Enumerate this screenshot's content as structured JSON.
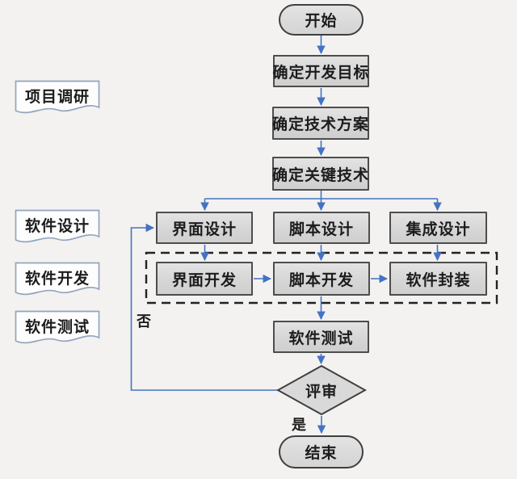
{
  "diagram": {
    "kind": "flowchart",
    "language": "zh-CN",
    "colors": {
      "background": "#f3f2f0",
      "arrow": "#4472c4",
      "process_fill": "#d9d9d9",
      "process_border": "#4d4d4d",
      "document_border": "#93a5bd",
      "dashed_group_border": "#222222",
      "text": "#1c1c1c"
    },
    "nodes": {
      "start": {
        "label": "开始",
        "shape": "stadium"
      },
      "goal": {
        "label": "确定开发目标",
        "shape": "process"
      },
      "plan": {
        "label": "确定技术方案",
        "shape": "process"
      },
      "tech": {
        "label": "确定关键技术",
        "shape": "process"
      },
      "ui_design": {
        "label": "界面设计",
        "shape": "process"
      },
      "script_design": {
        "label": "脚本设计",
        "shape": "process"
      },
      "integration_design": {
        "label": "集成设计",
        "shape": "process"
      },
      "ui_dev": {
        "label": "界面开发",
        "shape": "process"
      },
      "script_dev": {
        "label": "脚本开发",
        "shape": "process"
      },
      "packaging": {
        "label": "软件封装",
        "shape": "process"
      },
      "testing": {
        "label": "软件测试",
        "shape": "process"
      },
      "review": {
        "label": "评审",
        "shape": "decision"
      },
      "end": {
        "label": "结束",
        "shape": "stadium"
      }
    },
    "side_labels": [
      {
        "label": "项目调研",
        "shape": "document"
      },
      {
        "label": "软件设计",
        "shape": "document"
      },
      {
        "label": "软件开发",
        "shape": "document"
      },
      {
        "label": "软件测试",
        "shape": "document"
      }
    ],
    "edge_labels": {
      "no": "否",
      "yes": "是"
    }
  }
}
